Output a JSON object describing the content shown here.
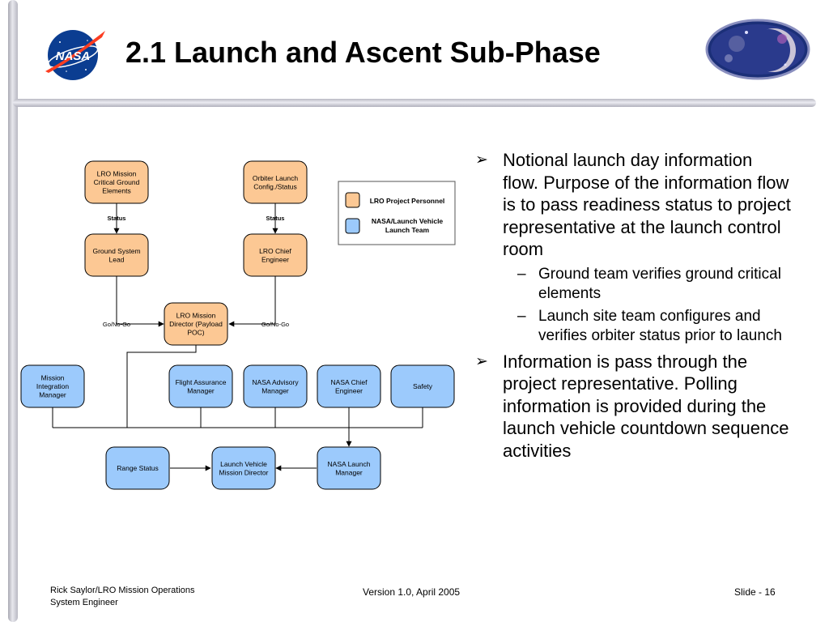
{
  "slide": {
    "title": "2.1 Launch and Ascent Sub-Phase"
  },
  "logos": {
    "nasa_text": "NASA"
  },
  "diagram": {
    "nodes": {
      "lro_mce": [
        "LRO Mission",
        "Critical Ground",
        "Elements"
      ],
      "orbiter_config": [
        "Orbiter Launch",
        "Config./Status"
      ],
      "ground_lead": [
        "Ground System",
        "Lead"
      ],
      "chief_eng": [
        "LRO Chief",
        "Engineer"
      ],
      "mission_dir": [
        "LRO Mission",
        "Director (Payload",
        "POC)"
      ],
      "mim": [
        "Mission",
        "Integration",
        "Manager"
      ],
      "flight_assurance": [
        "Flight Assurance",
        "Manager"
      ],
      "advisory": [
        "NASA Advisory",
        "Manager"
      ],
      "nasa_chief": [
        "NASA Chief",
        "Engineer"
      ],
      "safety": [
        "Safety"
      ],
      "range_status": [
        "Range Status"
      ],
      "lv_director": [
        "Launch Vehicle",
        "Mission Director"
      ],
      "launch_mgr": [
        "NASA Launch",
        "Manager"
      ]
    },
    "edge_labels": {
      "status_left": "Status",
      "status_right": "Status",
      "gonogo_left": "Go/No-Go",
      "gonogo_right": "Go/No-Go"
    },
    "legend": {
      "project": "LRO Project Personnel",
      "team": [
        "NASA/Launch Vehicle",
        "Launch Team"
      ]
    },
    "colors": {
      "project_fill": "#fcc894",
      "team_fill": "#9ccafc",
      "stroke": "#000000"
    }
  },
  "bullets": [
    {
      "text": "Notional launch day information flow.  Purpose of the information flow is to pass readiness status to project representative at the launch control room",
      "subs": [
        "Ground team verifies ground critical elements",
        "Launch site team configures and verifies orbiter status prior to launch"
      ]
    },
    {
      "text": "Information is pass through the project representative. Polling information is provided during the launch vehicle countdown sequence activities",
      "subs": []
    }
  ],
  "bullet_glyph": "➢",
  "sub_glyph": "–",
  "footer": {
    "author_line1": "Rick Saylor/LRO Mission Operations",
    "author_line2": "System Engineer",
    "version": "Version 1.0, April 2005",
    "slide_number": "Slide - 16"
  }
}
